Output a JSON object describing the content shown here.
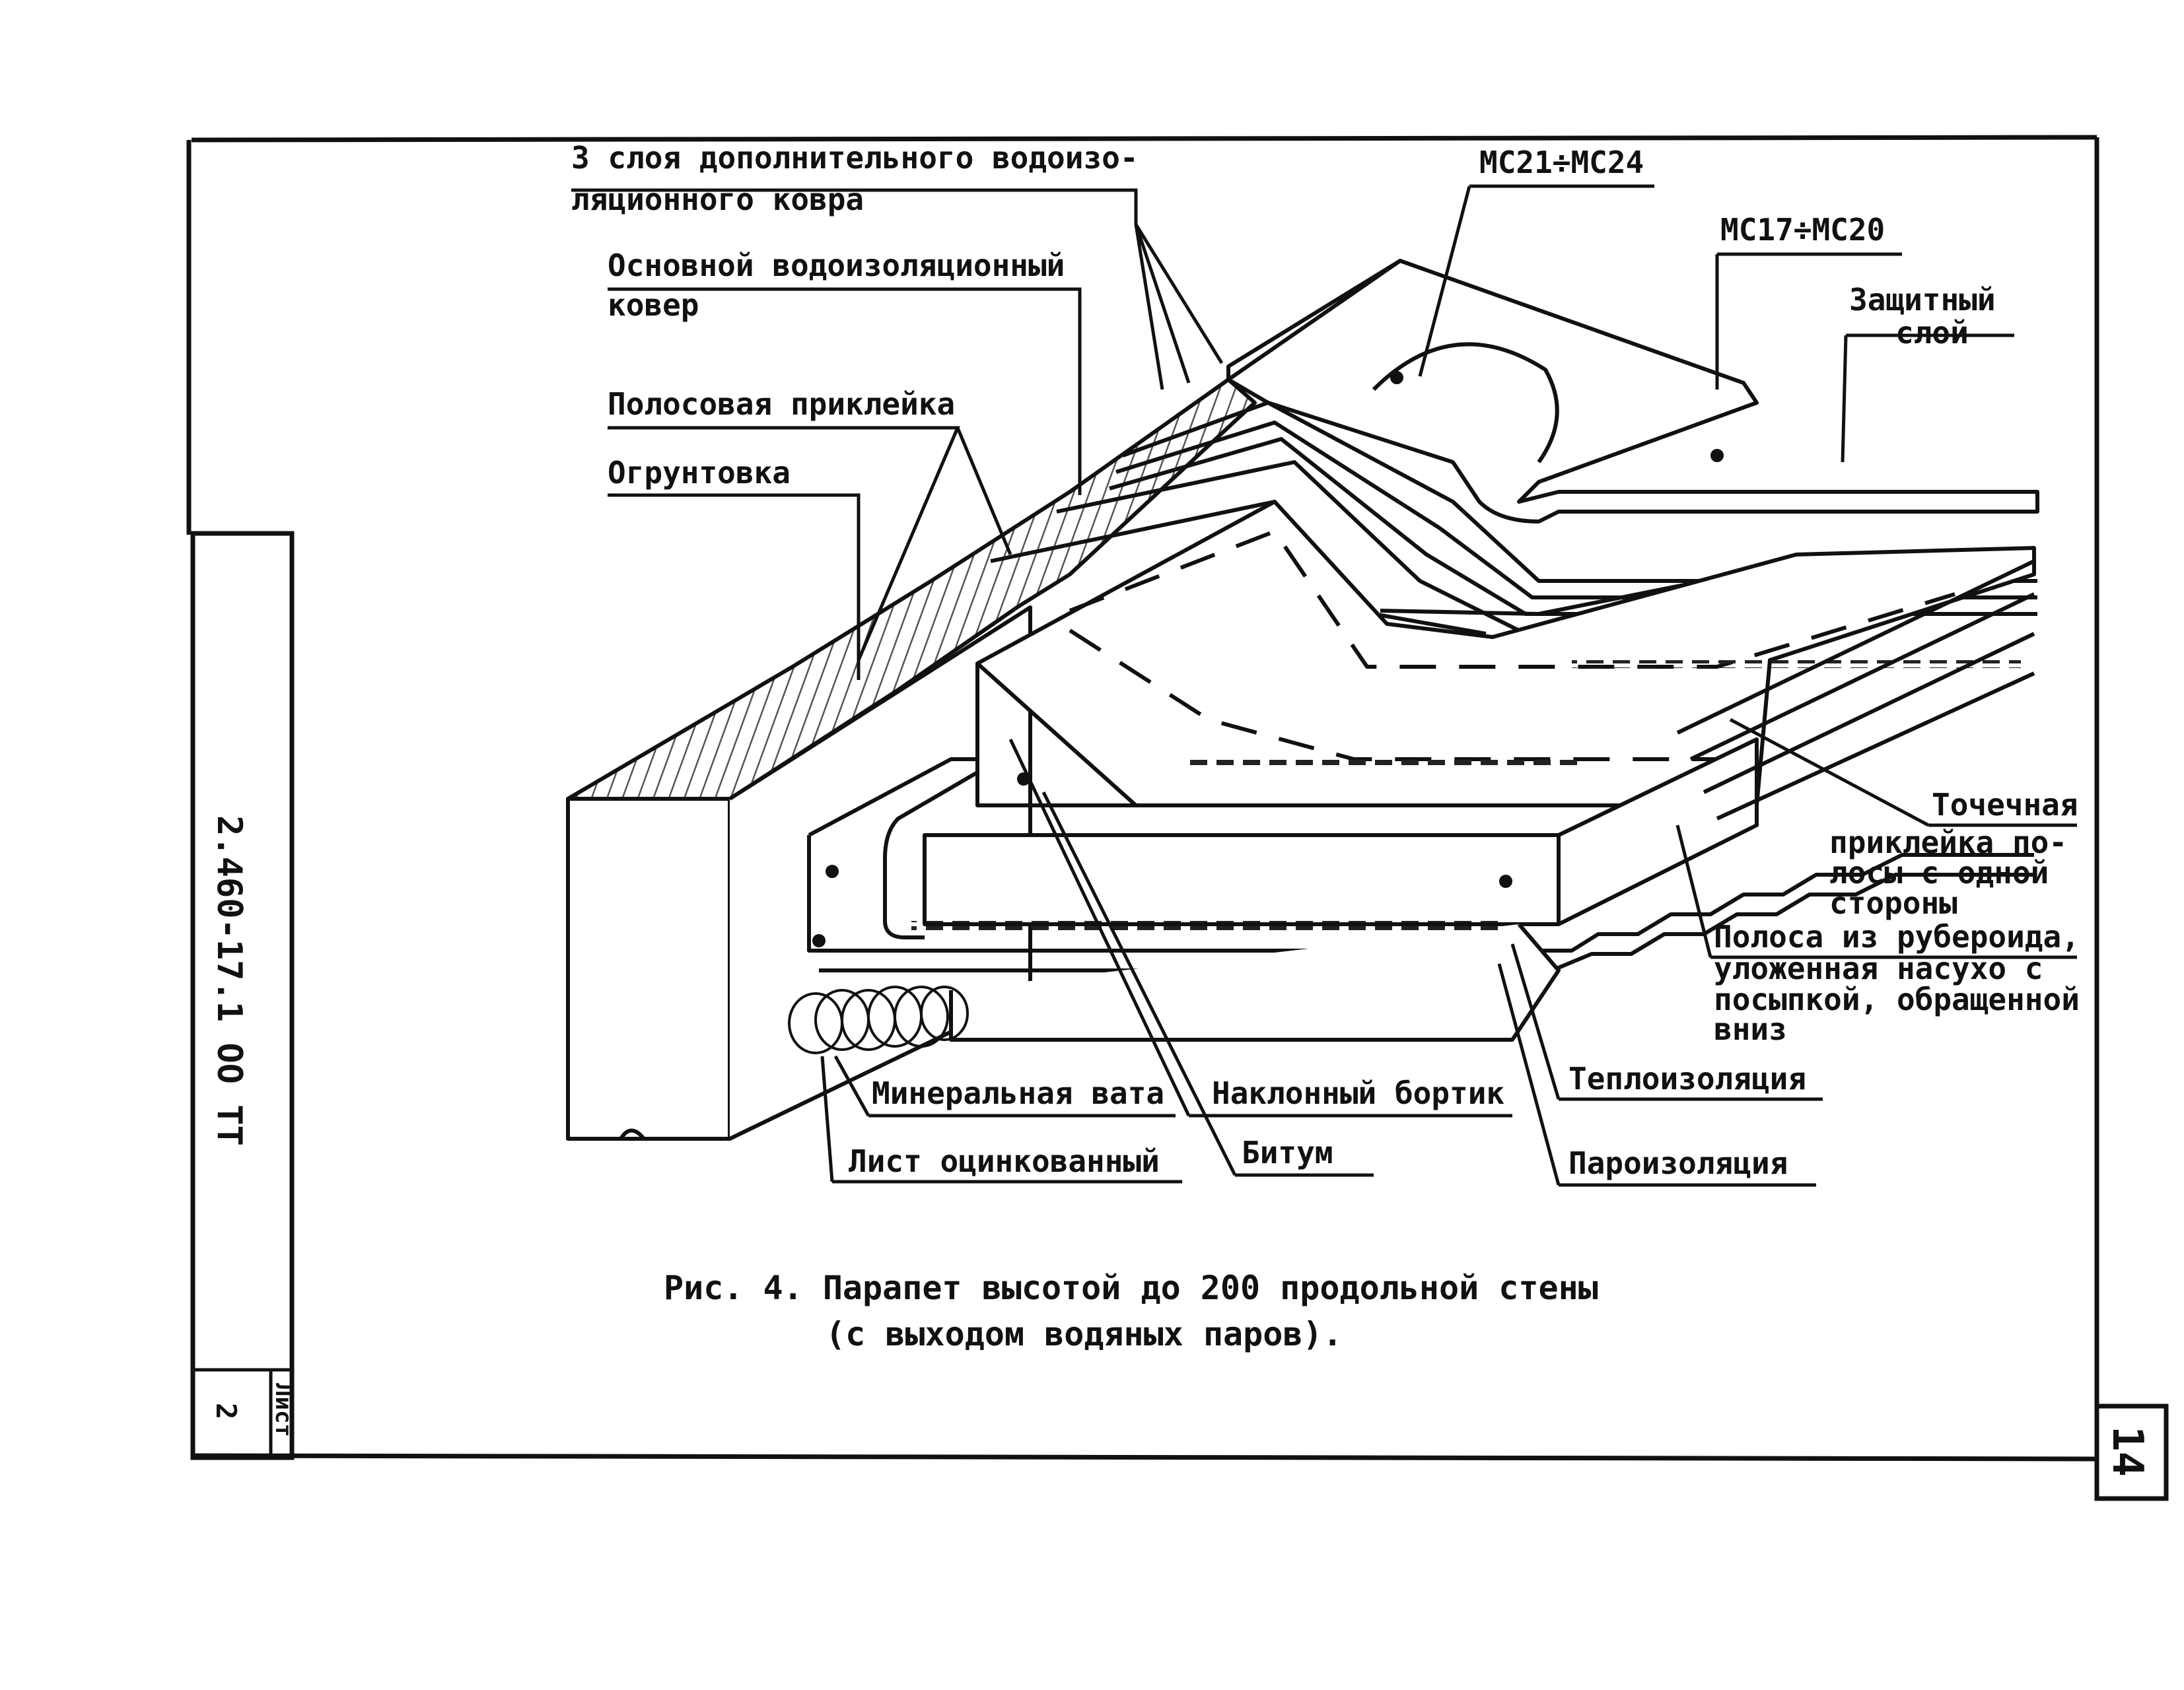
{
  "labels": {
    "extra_layers_1": "3 слоя дополнительного водоизо-",
    "extra_layers_2": "ляционного ковра",
    "main_carpet_1": "Основной водоизоляционный",
    "main_carpet_2": "ковер",
    "strip_gluing": "Полосовая приклейка",
    "primer": "Огрунтовка",
    "mc21": "МС21÷МС24",
    "mc17": "МС17÷МС20",
    "protective_1": "Защитный",
    "protective_2": "слой",
    "spot_1": "Точечная",
    "spot_2": "приклейка по-",
    "spot_3": "лосы с одной",
    "spot_4": "стороны",
    "ruberoid_1": "Полоса из рубероида,",
    "ruberoid_2": "уложенная насухо с",
    "ruberoid_3": "посыпкой, обращенной",
    "ruberoid_4": "вниз",
    "mineral_wool": "Минеральная вата",
    "sloped_curb": "Наклонный бортик",
    "thermal_insulation": "Теплоизоляция",
    "galvanized_sheet": "Лист оцинкованный",
    "bitumen": "Битум",
    "vapor_barrier": "Пароизоляция"
  },
  "caption": {
    "line1": "Рис. 4. Парапет высотой до 200   продольной стены",
    "line2": "(с выходом водяных паров)."
  },
  "stamp": {
    "code": "2.460-17.1 ОО ТТ",
    "sheet_label": "Лист",
    "sheet_number": "2"
  },
  "page_number": "14"
}
